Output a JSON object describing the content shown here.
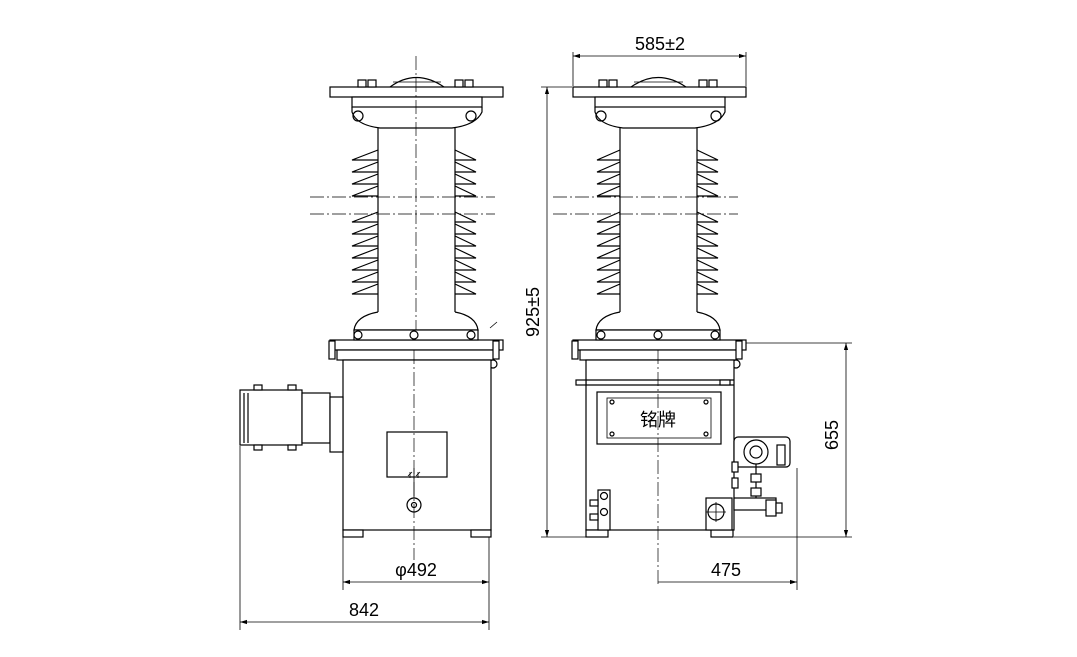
{
  "dimensions": {
    "flange_width": "585±2",
    "total_height": "925±5",
    "tank_height": "655",
    "tank_diameter": "φ492",
    "overall_width": "842",
    "side_offset": "475"
  },
  "nameplate": "铭牌"
}
